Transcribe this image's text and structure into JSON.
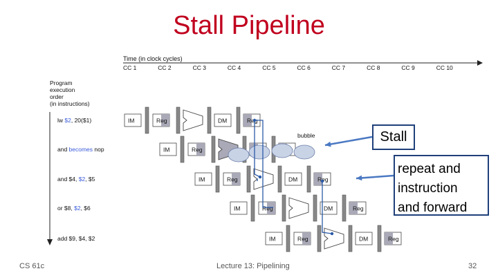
{
  "slide": {
    "title": "Stall Pipeline",
    "footer_left": "CS 61c",
    "footer_center": "Lecture 13: Pipelining",
    "page_number": "32"
  },
  "diagram": {
    "time_label": "Time (in clock cycles)",
    "clock_cycles": [
      "CC 1",
      "CC 2",
      "CC 3",
      "CC 4",
      "CC 5",
      "CC 6",
      "CC 7",
      "CC 8",
      "CC 9",
      "CC 10"
    ],
    "order_label": [
      "Program",
      "execution",
      "order",
      "(in instructions)"
    ],
    "instructions": [
      {
        "parts": [
          {
            "t": "lw "
          },
          {
            "t": "$2",
            "hl": true
          },
          {
            "t": ", 20($1)"
          }
        ]
      },
      {
        "parts": [
          {
            "t": "and "
          },
          {
            "t": "becomes",
            "hl": true
          },
          {
            "t": " nop"
          }
        ]
      },
      {
        "parts": [
          {
            "t": "and $4, "
          },
          {
            "t": "$2",
            "hl": true
          },
          {
            "t": ", $5"
          }
        ]
      },
      {
        "parts": [
          {
            "t": "or $8, "
          },
          {
            "t": "$2",
            "hl": true
          },
          {
            "t": ", $6"
          }
        ]
      },
      {
        "parts": [
          {
            "t": "add $9, $4, $2"
          }
        ]
      }
    ],
    "stage_labels": {
      "im": "IM",
      "reg": "Reg",
      "dm": "DM"
    },
    "bubble_label": "bubble"
  },
  "callouts": {
    "stall": "Stall",
    "repeat_lines": [
      "repeat and",
      "instruction",
      "and forward"
    ]
  },
  "colors": {
    "title": "#c0001e",
    "highlight_text": "#3a5bd9",
    "forward_line": "#2b5aa8",
    "callout_border": "#1f3f7a",
    "shaded": "#a9a9b8"
  }
}
